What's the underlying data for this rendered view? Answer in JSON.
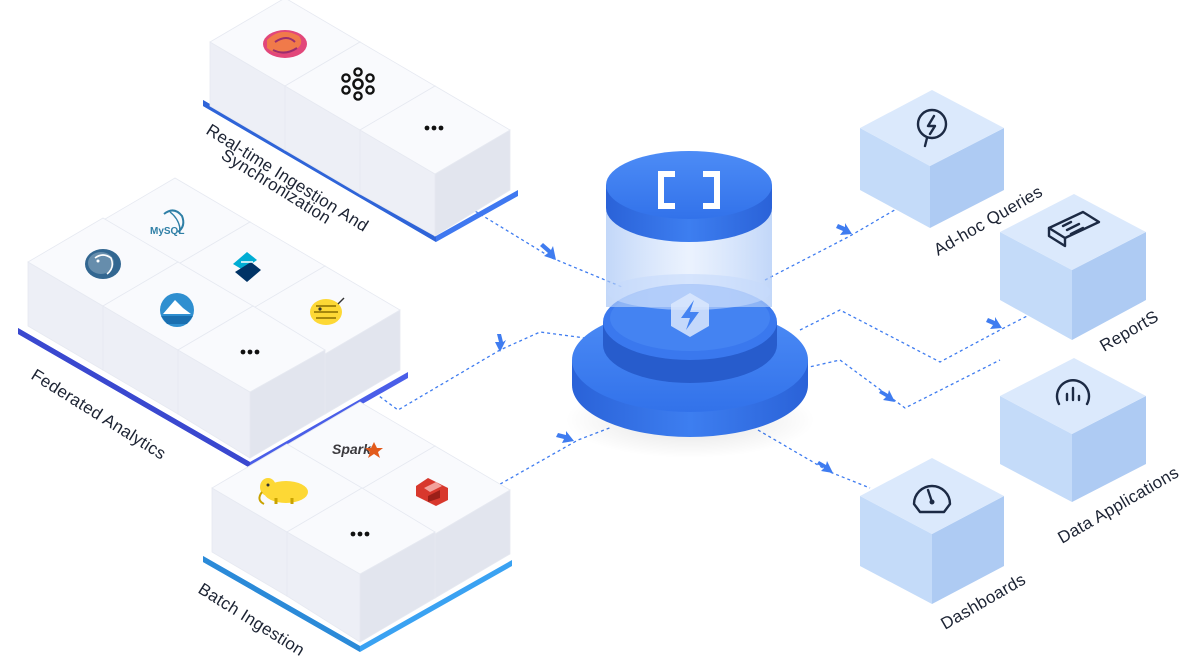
{
  "sources": {
    "realtime": {
      "label_line1": "Real-time Ingestion And",
      "label_line2": "Synchronization"
    },
    "federated": {
      "label": "Federated Analytics",
      "mysql_logo_text": "MySQL"
    },
    "batch": {
      "label": "Batch Ingestion",
      "spark_logo_text": "Spark"
    }
  },
  "outputs": {
    "adhoc": "Ad-hoc Queries",
    "reports": "ReportS",
    "data_apps": "Data Applications",
    "dashboards": "Dashboards"
  },
  "colors": {
    "accent": "#3f7cf0",
    "hub_blue": "#2f6fe6",
    "realtime_base": "#3f78f0",
    "federated_base": "#4a5ee8",
    "batch_base": "#3aa2f2",
    "output_cube": "#c4dbf9"
  },
  "icons": {
    "realtime": [
      "pulsar-logo-icon",
      "kafka-logo-icon",
      "more-dots-icon"
    ],
    "federated": [
      "mysql-logo-icon",
      "postgresql-logo-icon",
      "iceberg-logo-icon",
      "delta-logo-icon",
      "hive-logo-icon",
      "more-dots-icon"
    ],
    "batch": [
      "spark-logo-icon",
      "hadoop-logo-icon",
      "more-dots-icon",
      "hudi-logo-icon"
    ],
    "hub_top": "selectdb-bracket-icon",
    "hub_bottom": "doris-bolt-icon",
    "outputs": [
      "search-bolt-icon",
      "report-icon",
      "data-app-icon",
      "gauge-icon"
    ]
  }
}
